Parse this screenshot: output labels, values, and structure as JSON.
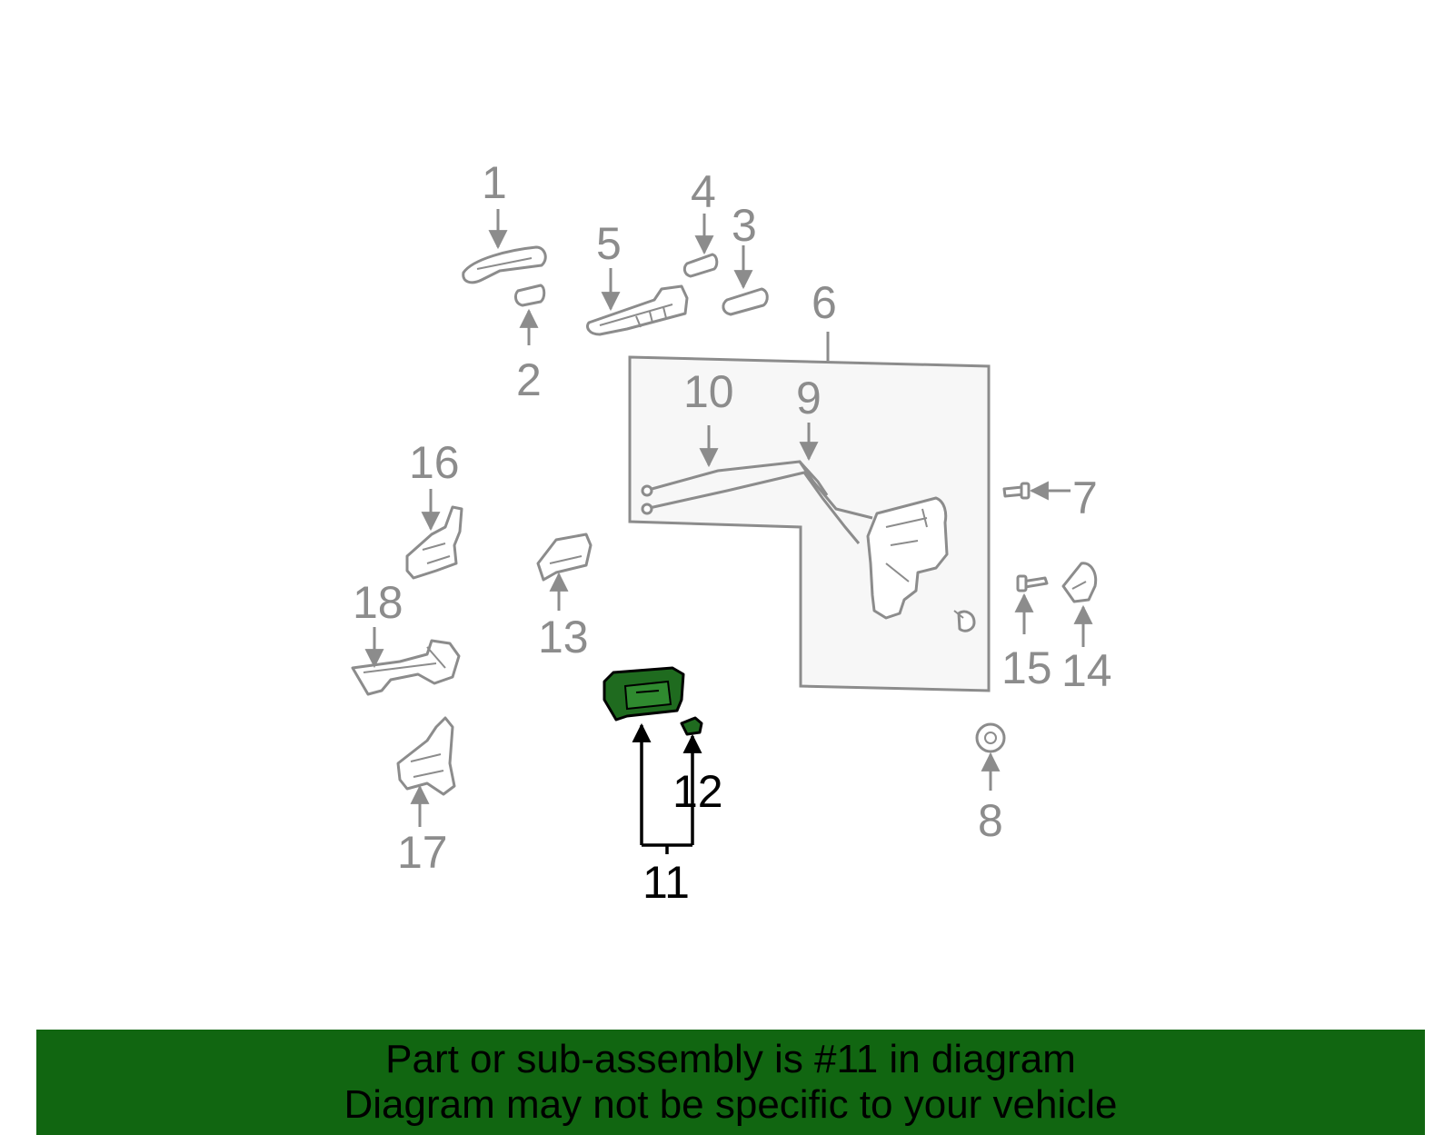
{
  "diagram": {
    "highlighted_part": "11",
    "labels": {
      "p1": "1",
      "p2": "2",
      "p3": "3",
      "p4": "4",
      "p5": "5",
      "p6": "6",
      "p7": "7",
      "p8": "8",
      "p9": "9",
      "p10": "10",
      "p11": "11",
      "p12": "12",
      "p13": "13",
      "p14": "14",
      "p15": "15",
      "p16": "16",
      "p17": "17",
      "p18": "18"
    },
    "colors": {
      "part_line": "#8c8c8c",
      "highlight_fill": "#1f6b1f",
      "highlight_line": "#000000",
      "assembly_box_fill": "#f7f7f7"
    }
  },
  "banner": {
    "line1": "Part or sub-assembly is #11 in diagram",
    "line2": "Diagram may not be specific to your vehicle",
    "background": "#116611"
  }
}
